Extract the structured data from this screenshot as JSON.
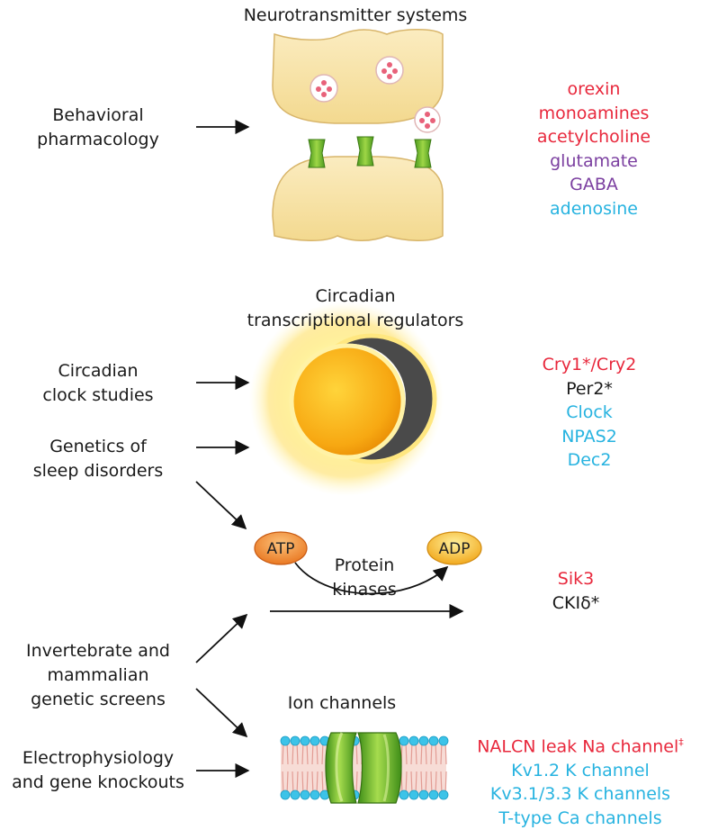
{
  "sections": {
    "neurotransmitter": {
      "title": "Neurotransmitter systems",
      "source": "Behavioral\npharmacology",
      "items": [
        {
          "text": "orexin",
          "color": "#e8283c"
        },
        {
          "text": "monoamines",
          "color": "#e8283c"
        },
        {
          "text": "acetylcholine",
          "color": "#e8283c"
        },
        {
          "text": "glutamate",
          "color": "#7b3fa0"
        },
        {
          "text": "GABA",
          "color": "#7b3fa0"
        },
        {
          "text": "adenosine",
          "color": "#27b3e0"
        }
      ]
    },
    "circadian": {
      "title": "Circadian\ntranscriptional regulators",
      "sources": [
        "Circadian\nclock studies",
        "Genetics of\nsleep disorders"
      ],
      "items": [
        {
          "text": "Cry1*/Cry2",
          "color": "#e8283c"
        },
        {
          "text": "Per2*",
          "color": "#1a1a1a"
        },
        {
          "text": "Clock",
          "color": "#27b3e0"
        },
        {
          "text": "NPAS2",
          "color": "#27b3e0"
        },
        {
          "text": "Dec2",
          "color": "#27b3e0"
        }
      ]
    },
    "kinases": {
      "atp": "ATP",
      "adp": "ADP",
      "label": "Protein\nkinases",
      "source": "Invertebrate and\nmammalian\ngenetic screens",
      "items": [
        {
          "text": "Sik3",
          "color": "#e8283c"
        },
        {
          "text": "CKIδ*",
          "color": "#1a1a1a"
        }
      ]
    },
    "ion": {
      "title": "Ion channels",
      "source": "Electrophysiology\nand gene knockouts",
      "items": [
        {
          "text": "NALCN leak Na channel",
          "sup": "‡",
          "color": "#e8283c"
        },
        {
          "text": "Kv1.2 K channel",
          "color": "#27b3e0"
        },
        {
          "text": "Kv3.1/3.3 K channels",
          "color": "#27b3e0"
        },
        {
          "text": "T-type Ca channels",
          "color": "#27b3e0"
        }
      ]
    }
  }
}
